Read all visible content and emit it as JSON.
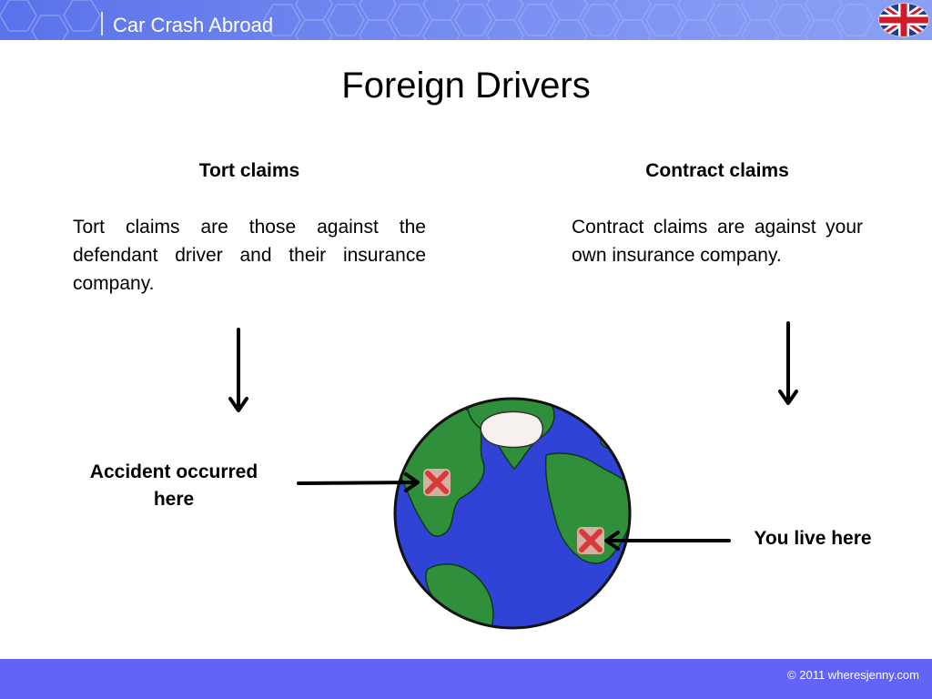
{
  "header": {
    "title": "Car Crash Abroad",
    "flag_icon": "uk-flag-icon",
    "accent": "#5a72ea"
  },
  "slide": {
    "title": "Foreign Drivers"
  },
  "tort": {
    "heading": "Tort claims",
    "text": "Tort claims are those against the defendant driver and their insurance company."
  },
  "contract": {
    "heading": "Contract claims",
    "text": "Contract claims are against your own insurance company."
  },
  "globe": {
    "accident_label": "Accident occurred here",
    "home_label": "You live here",
    "marker_icon": "cross-marker-icon",
    "ocean_color": "#2f43d6",
    "land_color": "#2f8f3a"
  },
  "footer": {
    "copyright": "© 2011 wheresjenny.com",
    "color": "#6264f7"
  }
}
